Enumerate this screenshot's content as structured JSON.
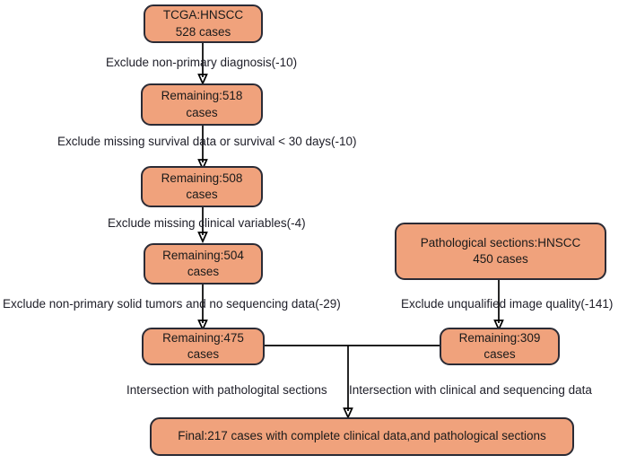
{
  "diagram": {
    "title": "HNSCC cohort selection flowchart",
    "colors": {
      "node_fill": "#F0A27C",
      "node_border": "#2b2b35",
      "text": "#1a1a1a",
      "arrow": "#000000",
      "background": "#ffffff"
    },
    "nodes": [
      {
        "id": "n1",
        "text": "TCGA:HNSCC\n528 cases"
      },
      {
        "id": "n2",
        "text": "Remaining:518\ncases"
      },
      {
        "id": "n3",
        "text": "Remaining:508\ncases"
      },
      {
        "id": "n4",
        "text": "Remaining:504\ncases"
      },
      {
        "id": "n5",
        "text": "Pathological sections:HNSCC\n450 cases"
      },
      {
        "id": "n6",
        "text": "Remaining:475\ncases"
      },
      {
        "id": "n7",
        "text": "Remaining:309\ncases"
      },
      {
        "id": "n8",
        "text": "Final:217 cases with complete clinical data,and pathological sections"
      }
    ],
    "edge_labels": [
      {
        "id": "e1",
        "text": "Exclude non-primary diagnosis(-10)"
      },
      {
        "id": "e2",
        "text": "Exclude missing survival data or survival  < 30 days(-10)"
      },
      {
        "id": "e3",
        "text": "Exclude missing clinical variables(-4)"
      },
      {
        "id": "e4",
        "text": "Exclude non-primary solid tumors and no sequencing data(-29)"
      },
      {
        "id": "e5",
        "text": "Exclude unqualified image quality(-141)"
      },
      {
        "id": "e6",
        "text": "Intersection with  pathologital sections"
      },
      {
        "id": "e7",
        "text": "Intersection with clinical and sequencing data"
      }
    ]
  }
}
